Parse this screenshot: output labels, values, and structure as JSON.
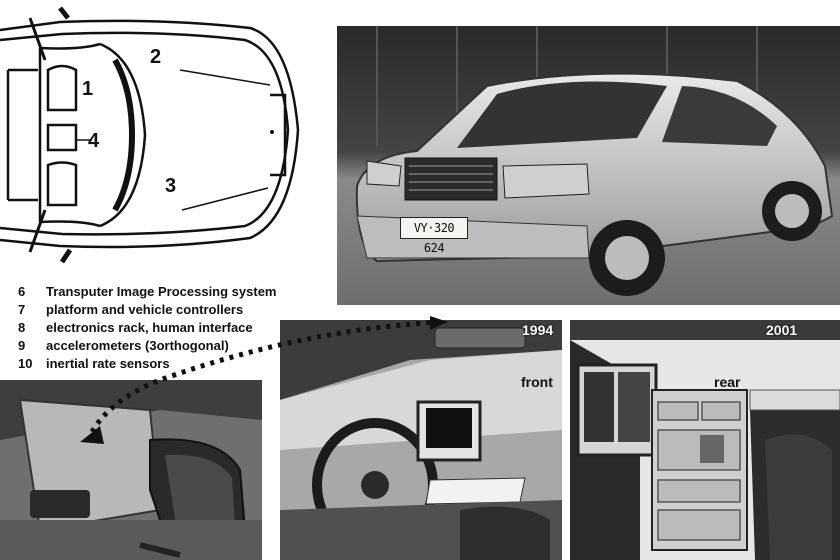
{
  "diagram": {
    "numbers": [
      "1",
      "2",
      "3",
      "4"
    ]
  },
  "legend": [
    {
      "num": "6",
      "text": "Transputer Image Processing system"
    },
    {
      "num": "7",
      "text": "platform and vehicle controllers"
    },
    {
      "num": "8",
      "text": "electronics rack, human interface"
    },
    {
      "num": "9",
      "text": "accelerometers (3orthogonal)"
    },
    {
      "num": "10",
      "text": "inertial rate sensors"
    }
  ],
  "photos": {
    "car_plate": "VY·320 624",
    "interior_front_year": "1994",
    "interior_front_label": "front",
    "interior_rear_year": "2001",
    "interior_rear_label": "rear"
  }
}
